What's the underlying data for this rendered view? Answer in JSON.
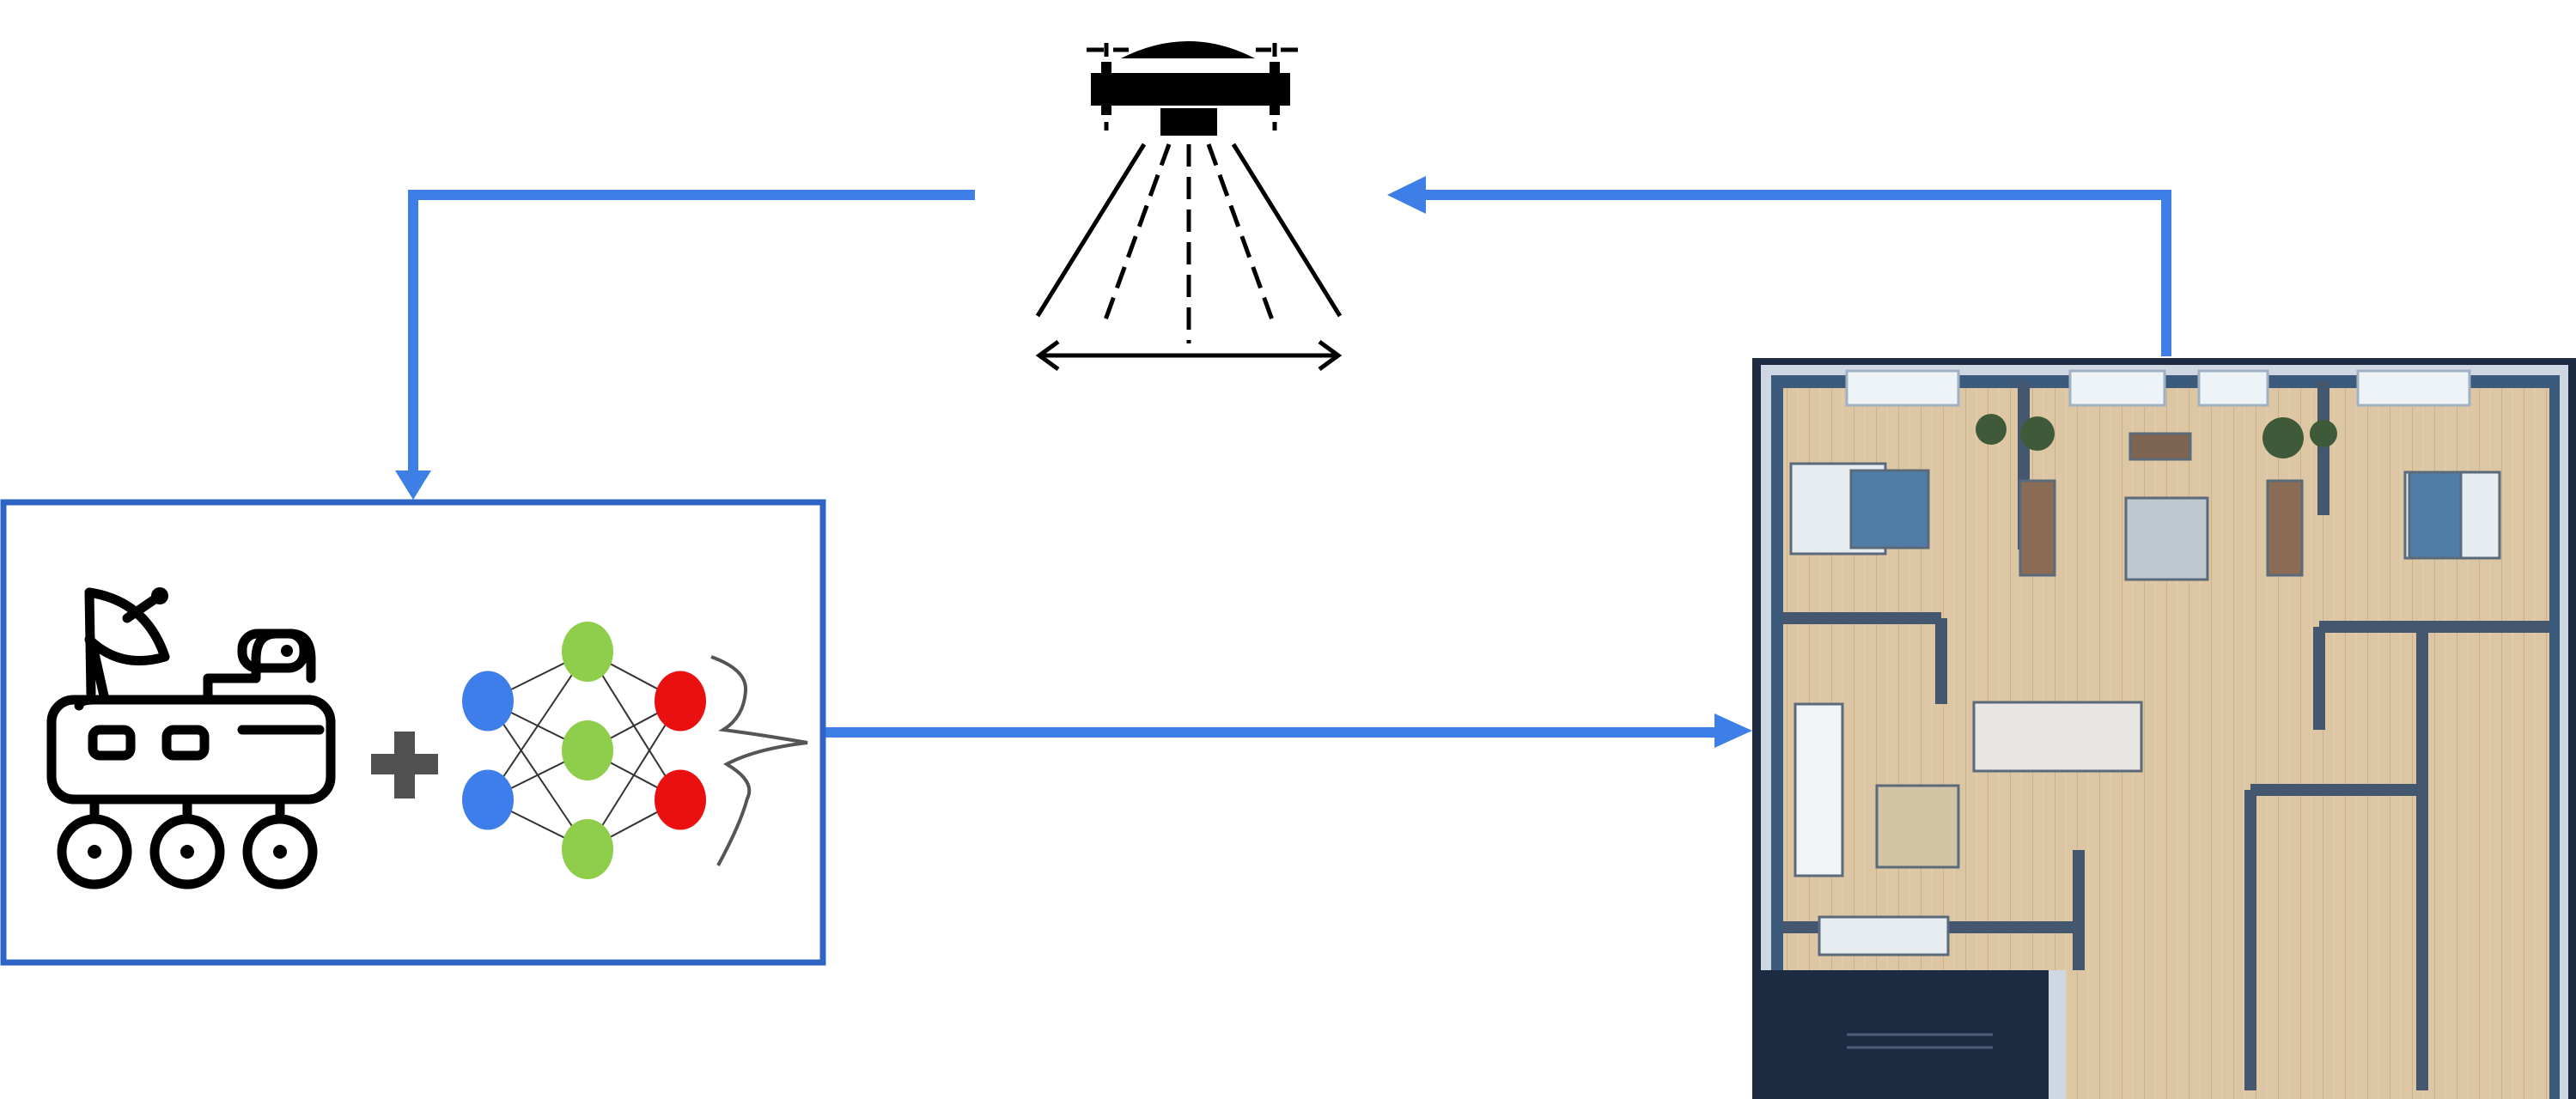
{
  "colors": {
    "background": "#ffffff",
    "arrow": "#3d7fe6",
    "box_border": "#2f64c7",
    "icon": "#000000",
    "plus": "#505050",
    "nn_input": "#3d7eea",
    "nn_hidden": "#8fce4a",
    "nn_output": "#ea1010",
    "floorplan_wall": "#2b3a52",
    "floorplan_floor": "#dcc6a3"
  },
  "icons": {
    "sensor": "overhead-sensor-icon",
    "rover": "rover-robot-icon",
    "plus": "plus-icon",
    "network": "neural-network-icon",
    "signal": "signal-wave-icon",
    "map": "floor-plan-map-icon"
  },
  "neural_network": {
    "layers": [
      {
        "role": "input",
        "nodes": 2
      },
      {
        "role": "hidden",
        "nodes": 3
      },
      {
        "role": "output",
        "nodes": 2
      }
    ]
  },
  "arrows": [
    {
      "from": "sensor",
      "to": "agent-box"
    },
    {
      "from": "agent-box",
      "to": "floor-plan"
    },
    {
      "from": "floor-plan",
      "to": "sensor"
    }
  ]
}
